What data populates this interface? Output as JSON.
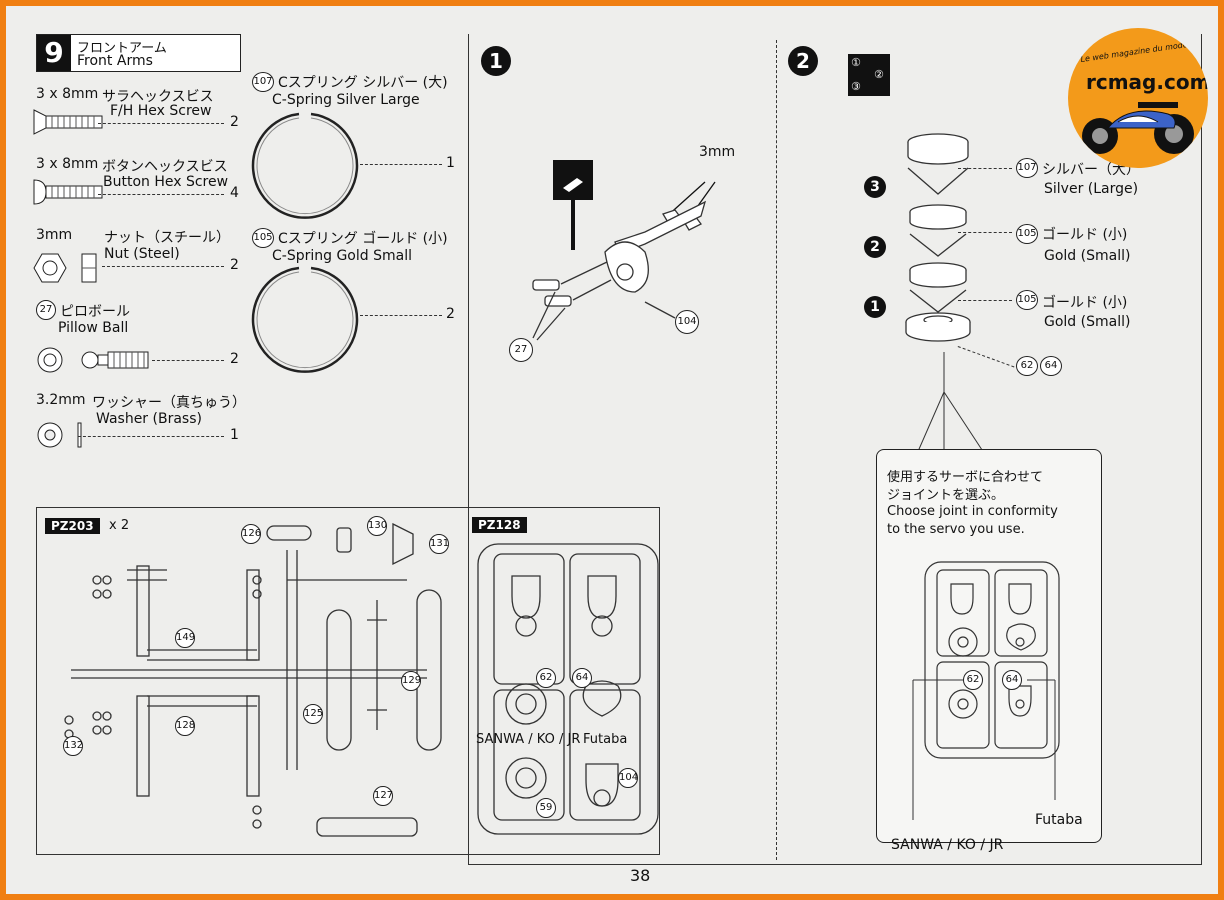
{
  "step": {
    "number": "9",
    "title_jp": "フロントアーム",
    "title_en": "Front Arms"
  },
  "parts": [
    {
      "size": "3 x 8mm",
      "name_jp": "サラヘックスビス",
      "name_en": "F/H Hex Screw",
      "qty": "2"
    },
    {
      "size": "3 x 8mm",
      "name_jp": "ボタンヘックスビス",
      "name_en": "Button Hex Screw",
      "qty": "4"
    },
    {
      "size": "3mm",
      "name_jp": "ナット（スチール）",
      "name_en": "Nut (Steel)",
      "qty": "2"
    },
    {
      "num": "27",
      "name_jp": "ピロボール",
      "name_en": "Pillow Ball",
      "qty": "2"
    },
    {
      "size": "3.2mm",
      "name_jp": "ワッシャー（真ちゅう）",
      "name_en": "Washer (Brass)",
      "qty": "1"
    }
  ],
  "springs": [
    {
      "num": "107",
      "name_jp": "Cスプリング シルバー (大)",
      "name_en": "C-Spring Silver Large",
      "qty": "1"
    },
    {
      "num": "105",
      "name_jp": "Cスプリング ゴールド (小)",
      "name_en": "C-Spring Gold Small",
      "qty": "2"
    }
  ],
  "sprue_a": {
    "tag": "PZ203",
    "mult": "x 2",
    "nums": [
      "126",
      "130",
      "131",
      "149",
      "125",
      "129",
      "128",
      "132",
      "127"
    ]
  },
  "sprue_b": {
    "tag": "PZ128",
    "nums": [
      "62",
      "64",
      "59",
      "104"
    ],
    "label_left": "SANWA / KO / JR",
    "label_right": "Futaba"
  },
  "panel1": {
    "step_num": "1",
    "size_label": "3mm",
    "part_a": "104",
    "part_b": "27"
  },
  "panel2": {
    "step_num": "2",
    "order_icon": [
      "①",
      "②",
      "③"
    ],
    "labels": [
      {
        "num": "107",
        "jp": "シルバー（大）",
        "en": "Silver (Large)"
      },
      {
        "num": "105",
        "jp": "ゴールド (小)",
        "en": "Gold (Small)"
      },
      {
        "num": "105",
        "jp": "ゴールド (小)",
        "en": "Gold (Small)"
      }
    ],
    "order_nums": [
      "3",
      "2",
      "1"
    ],
    "base_nums": [
      "62",
      "64"
    ],
    "note_jp_1": "使用するサーボに合わせて",
    "note_jp_2": "ジョイントを選ぶ。",
    "note_en_1": "Choose joint in conformity",
    "note_en_2": "to the servo you use.",
    "inset_nums": [
      "62",
      "64"
    ],
    "futaba": "Futaba",
    "sanwa": "SANWA / KO / JR"
  },
  "page_number": "38",
  "logo": {
    "brand": "rcmag.com",
    "tagline": "Le web magazine du modélisme"
  }
}
